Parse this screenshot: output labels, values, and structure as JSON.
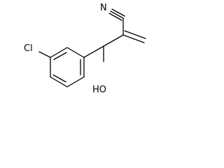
{
  "molecule": {
    "labels": {
      "chlorine": "Cl",
      "hydroxyl": "HO",
      "nitrile_n": "N"
    }
  }
}
